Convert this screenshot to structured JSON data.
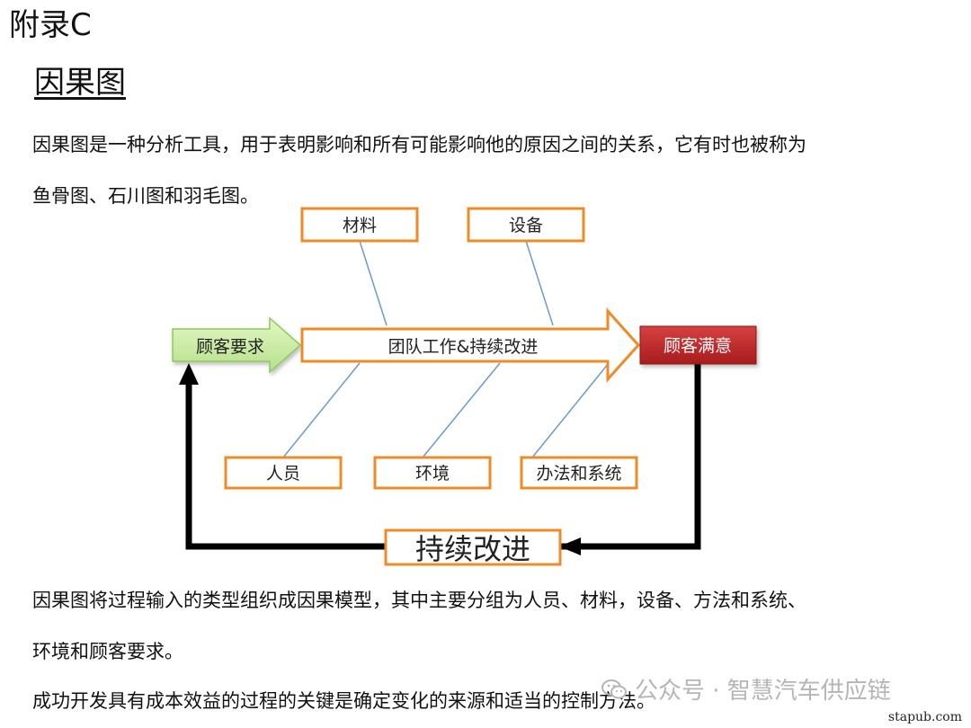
{
  "heading": {
    "appendix": "附录C",
    "title": "因果图"
  },
  "intro": {
    "line1": "因果图是一种分析工具，用于表明影响和所有可能影响他的原因之间的关系，它有时也被称为",
    "line2": "鱼骨图、石川图和羽毛图。"
  },
  "diagram": {
    "top_causes": [
      "材料",
      "设备"
    ],
    "bottom_causes": [
      "人员",
      "环境",
      "办法和系统"
    ],
    "input": "顾客要求",
    "spine": "团队工作&持续改进",
    "output": "顾客满意",
    "loop": "持续改进",
    "colors": {
      "cause_border": "#f08a24",
      "input_fill": "#c9ec9c",
      "input_border": "#8cc860",
      "output_fill": "#c0282a",
      "bone_line": "#6a9bd0",
      "loop_arrow": "#000000"
    }
  },
  "body": {
    "line1": "因果图将过程输入的类型组织成因果模型，其中主要分组为人员、材料，设备、方法和系统、",
    "line2": "环境和顾客要求。",
    "line3": "成功开发具有成本效益的过程的关键是确定变化的来源和适当的控制方法。"
  },
  "watermark": {
    "icon": "wechat-icon",
    "text": "公众号 · 智慧汽车供应链"
  },
  "site": "stapub.com"
}
